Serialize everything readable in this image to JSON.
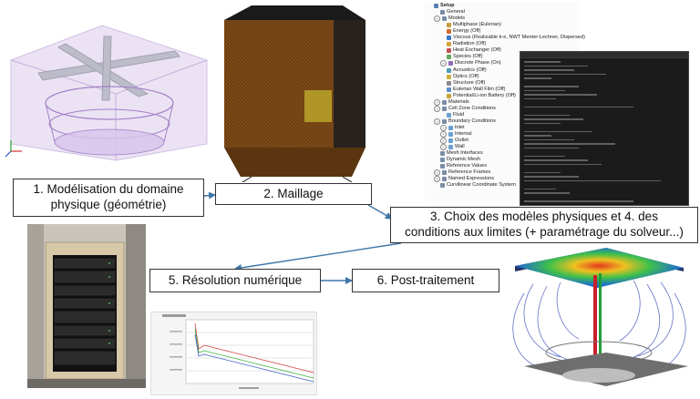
{
  "steps": {
    "s1_line1": "1. Modélisation du domaine",
    "s1_line2": "physique (géométrie)",
    "s2": "2. Maillage",
    "s3_line1": "3. Choix des modèles physiques et 4. des",
    "s3_line2": "conditions aux limites (+ paramétrage du solveur...)",
    "s5": "5. Résolution numérique",
    "s6": "6. Post-traitement"
  },
  "tree": [
    {
      "label": "Setup",
      "indent": 0,
      "color": "#5a7fb5",
      "exp": false,
      "bold": true
    },
    {
      "label": "General",
      "indent": 1,
      "color": "#7a8ca5",
      "exp": false
    },
    {
      "label": "Models",
      "indent": 1,
      "color": "#7a8ca5",
      "exp": true
    },
    {
      "label": "Multiphase (Eulerian)",
      "indent": 2,
      "color": "#c79b3b",
      "exp": false
    },
    {
      "label": "Energy (Off)",
      "indent": 2,
      "color": "#d66a2b",
      "exp": false
    },
    {
      "label": "Viscous (Realizable k-e, NWT Menter-Lechner, Dispersed)",
      "indent": 2,
      "color": "#3b78c7",
      "exp": false
    },
    {
      "label": "Radiation (Off)",
      "indent": 2,
      "color": "#d4a43a",
      "exp": false
    },
    {
      "label": "Heat Exchanger (Off)",
      "indent": 2,
      "color": "#c05050",
      "exp": false
    },
    {
      "label": "Species (Off)",
      "indent": 2,
      "color": "#5fa85f",
      "exp": false
    },
    {
      "label": "Discrete Phase (On)",
      "indent": 2,
      "color": "#8c6bb5",
      "exp": true
    },
    {
      "label": "Acoustics (Off)",
      "indent": 2,
      "color": "#4f9bb5",
      "exp": false
    },
    {
      "label": "Optics (Off)",
      "indent": 2,
      "color": "#d0b040",
      "exp": false
    },
    {
      "label": "Structure (Off)",
      "indent": 2,
      "color": "#888888",
      "exp": false
    },
    {
      "label": "Eulerian Wall Film (Off)",
      "indent": 2,
      "color": "#5b8fc7",
      "exp": false
    },
    {
      "label": "Potential/Li-ion Battery (Off)",
      "indent": 2,
      "color": "#c7a43b",
      "exp": false
    },
    {
      "label": "Materials",
      "indent": 1,
      "color": "#7a8ca5",
      "exp": true
    },
    {
      "label": "Cell Zone Conditions",
      "indent": 1,
      "color": "#7a8ca5",
      "exp": true
    },
    {
      "label": "Fluid",
      "indent": 2,
      "color": "#6aa0d0",
      "exp": false
    },
    {
      "label": "Boundary Conditions",
      "indent": 1,
      "color": "#7a8ca5",
      "exp": true
    },
    {
      "label": "Inlet",
      "indent": 2,
      "color": "#6aa0d0",
      "exp": true
    },
    {
      "label": "Internal",
      "indent": 2,
      "color": "#6aa0d0",
      "exp": true
    },
    {
      "label": "Outlet",
      "indent": 2,
      "color": "#6aa0d0",
      "exp": true
    },
    {
      "label": "Wall",
      "indent": 2,
      "color": "#6aa0d0",
      "exp": true
    },
    {
      "label": "Mesh Interfaces",
      "indent": 1,
      "color": "#7a8ca5",
      "exp": false
    },
    {
      "label": "Dynamic Mesh",
      "indent": 1,
      "color": "#7a8ca5",
      "exp": false
    },
    {
      "label": "Reference Values",
      "indent": 1,
      "color": "#7a8ca5",
      "exp": false
    },
    {
      "label": "Reference Frames",
      "indent": 1,
      "color": "#7a8ca5",
      "exp": true
    },
    {
      "label": "Named Expressions",
      "indent": 1,
      "color": "#7a8ca5",
      "exp": true
    },
    {
      "label": "Curvilinear Coordinate System",
      "indent": 1,
      "color": "#7a8ca5",
      "exp": false
    }
  ],
  "colors": {
    "arrow": "#3f76a8",
    "mesh_body": "#7b4a15",
    "geometry": "#b8a3d6",
    "stream": "#3b4fb8"
  }
}
